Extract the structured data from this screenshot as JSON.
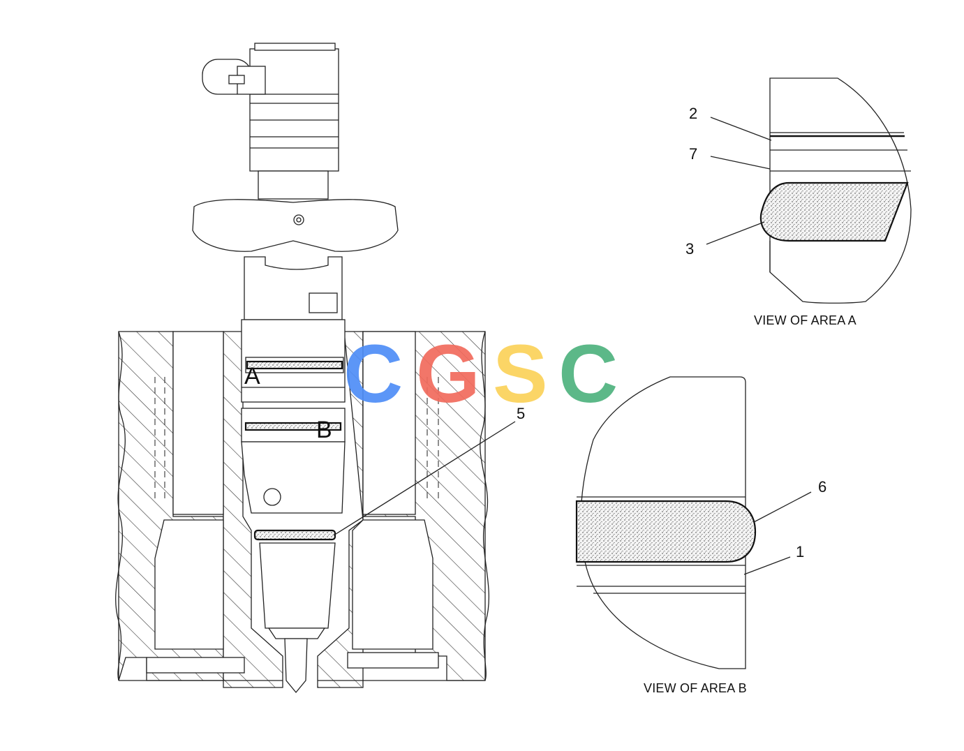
{
  "diagram": {
    "callouts": {
      "c1": "1",
      "c2": "2",
      "c3": "3",
      "c5": "5",
      "c6": "6",
      "c7": "7"
    },
    "area_labels": {
      "a": "A",
      "b": "B"
    },
    "captions": {
      "view_a": "VIEW OF AREA A",
      "view_b": "VIEW OF AREA B"
    }
  },
  "watermark": {
    "letters": [
      "C",
      "G",
      "S",
      "C"
    ],
    "colors": [
      "#4f8ef7",
      "#f16b5d",
      "#fbd25a",
      "#4fb37e"
    ]
  }
}
